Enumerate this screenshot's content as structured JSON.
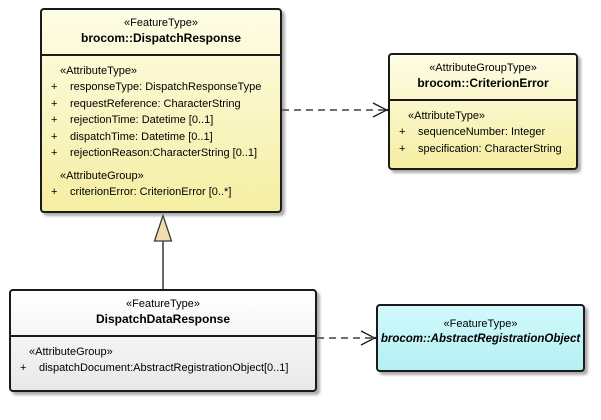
{
  "colors": {
    "canvas_bg": "#FFFFFF",
    "class_yellow_top": "#FEFDE6",
    "class_yellow_bottom": "#F5EEA2",
    "class_gray_top": "#FFFFFF",
    "class_gray_bottom": "#E8E8E8",
    "class_cyan_top": "#D2FAFC",
    "class_cyan_bottom": "#B4EFF3",
    "border": "#1A1A1A",
    "triangle_fill": "#F2DDAE"
  },
  "boxes": {
    "dispatchResponse": {
      "stereotype": "«FeatureType»",
      "name": "brocom::DispatchResponse",
      "section1_label": "«AttributeType»",
      "attrs1": [
        {
          "vis": "+",
          "text": "responseType: DispatchResponseType"
        },
        {
          "vis": "+",
          "text": "requestReference: CharacterString"
        },
        {
          "vis": "+",
          "text": "rejectionTime: Datetime [0..1]"
        },
        {
          "vis": "+",
          "text": "dispatchTime: Datetime [0..1]"
        },
        {
          "vis": "+",
          "text": "rejectionReason:CharacterString [0..1]"
        }
      ],
      "section2_label": "«AttributeGroup»",
      "attrs2": [
        {
          "vis": "+",
          "text": "criterionError: CriterionError [0..*]"
        }
      ]
    },
    "criterionError": {
      "stereotype": "«AttributeGroupType»",
      "name": "brocom::CriterionError",
      "section1_label": "«AttributeType»",
      "attrs1": [
        {
          "vis": "+",
          "text": "sequenceNumber: Integer"
        },
        {
          "vis": "+",
          "text": "specification: CharacterString"
        }
      ]
    },
    "dispatchDataResponse": {
      "stereotype": "«FeatureType»",
      "name": "DispatchDataResponse",
      "section1_label": "«AttributeGroup»",
      "attrs1": [
        {
          "vis": "+",
          "text": "dispatchDocument:AbstractRegistrationObject[0..1]"
        }
      ]
    },
    "abstractRegistrationObject": {
      "stereotype": "«FeatureType»",
      "name": "brocom::AbstractRegistrationObject"
    }
  },
  "relations": [
    {
      "type": "dependency",
      "from": "brocom::DispatchResponse",
      "to": "brocom::CriterionError",
      "line": "dashed",
      "arrow": "open"
    },
    {
      "type": "generalization",
      "from": "DispatchDataResponse",
      "to": "brocom::DispatchResponse",
      "line": "solid",
      "arrow": "hollow-triangle"
    },
    {
      "type": "dependency",
      "from": "DispatchDataResponse",
      "to": "brocom::AbstractRegistrationObject",
      "line": "dashed",
      "arrow": "open"
    }
  ]
}
